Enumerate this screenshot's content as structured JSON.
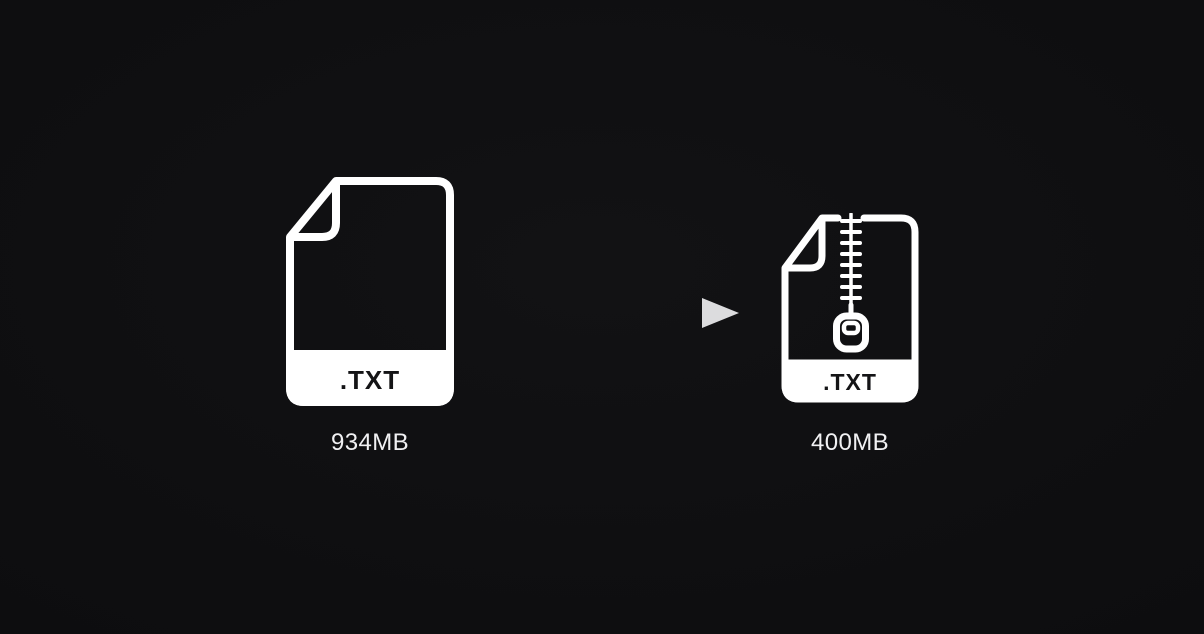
{
  "illustration": {
    "title": "file compression before and after",
    "before": {
      "file_type": ".TXT",
      "size": "934MB",
      "icon": "text-file-icon"
    },
    "after": {
      "file_type": ".TXT",
      "size": "400MB",
      "icon": "zipped-text-file-icon"
    },
    "arrow_icon": "arrow-right-icon",
    "colors": {
      "background": "#0d0d0f",
      "icon_stroke": "#ffffff",
      "band_fill": "#ffffff",
      "band_text": "#141416",
      "size_label_text": "#f1f1f3",
      "arrow_gradient_start": "#2c2c2f",
      "arrow_gradient_end": "#dcdcde"
    }
  }
}
